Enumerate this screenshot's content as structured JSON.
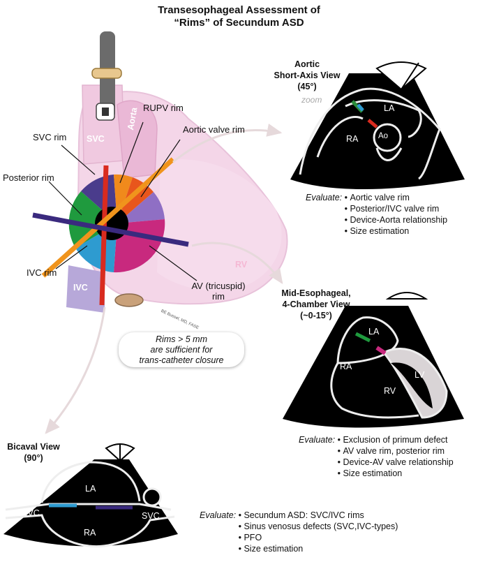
{
  "title": [
    "Transesophageal Assessment of",
    "“Rims” of Secundum ASD"
  ],
  "heart": {
    "svc": "SVC",
    "aorta": "Aorta",
    "ivc": "IVC",
    "rv": "RV",
    "signature": "BE Bussel, MD, FASE"
  },
  "rim_labels": {
    "rupv": "RUPV rim",
    "aortic_valve": "Aortic valve rim",
    "svc": "SVC rim",
    "posterior": "Posterior rim",
    "ivc": "IVC rim",
    "av_tricuspid": [
      "AV (tricuspid)",
      "rim"
    ]
  },
  "note": [
    "Rims > 5 mm",
    "are sufficient for",
    "trans-catheter closure"
  ],
  "views": {
    "aortic": {
      "title": [
        "Aortic",
        "Short-Axis View",
        "(45°)"
      ],
      "zoom": "zoom",
      "labels": {
        "la": "LA",
        "ra": "RA",
        "ao": "Ao"
      },
      "evaluate_key": "Evaluate:",
      "evaluate": [
        "Aortic valve rim",
        "Posterior/IVC valve rim",
        "Device-Aorta relationship",
        "Size estimation"
      ]
    },
    "mid": {
      "title": [
        "Mid-Esophageal,",
        "4-Chamber View",
        "(~0-15°)"
      ],
      "labels": {
        "la": "LA",
        "ra": "RA",
        "lv": "LV",
        "rv": "RV"
      },
      "evaluate_key": "Evaluate:",
      "evaluate": [
        "Exclusion of primum defect",
        "AV valve rim, posterior rim",
        "Device-AV valve relationship",
        "Size estimation"
      ]
    },
    "bicaval": {
      "title": [
        "Bicaval View",
        "(90°)"
      ],
      "labels": {
        "la": "LA",
        "ra": "RA",
        "ivc": "IVC",
        "svc": "SVC"
      },
      "evaluate_key": "Evaluate:",
      "evaluate": [
        "Secundum ASD: SVC/IVC rims",
        "Sinus venosus defects (SVC,IVC-types)",
        "PFO",
        "Size estimation"
      ]
    }
  },
  "colors": {
    "svc_rim": "#4a3c8c",
    "rupv_rim": "#f08a1c",
    "aortic_rim": "#e8561c",
    "posterior_rim": "#1f9a3e",
    "ivc_rim": "#2e9bd0",
    "av_rim": "#c8297e",
    "lavender_rim": "#8f6fc4",
    "red_line": "#d92b1f",
    "orange_line": "#f0941c",
    "navy_line": "#3a2a7e",
    "heart_pink": "#f2cfe4"
  }
}
